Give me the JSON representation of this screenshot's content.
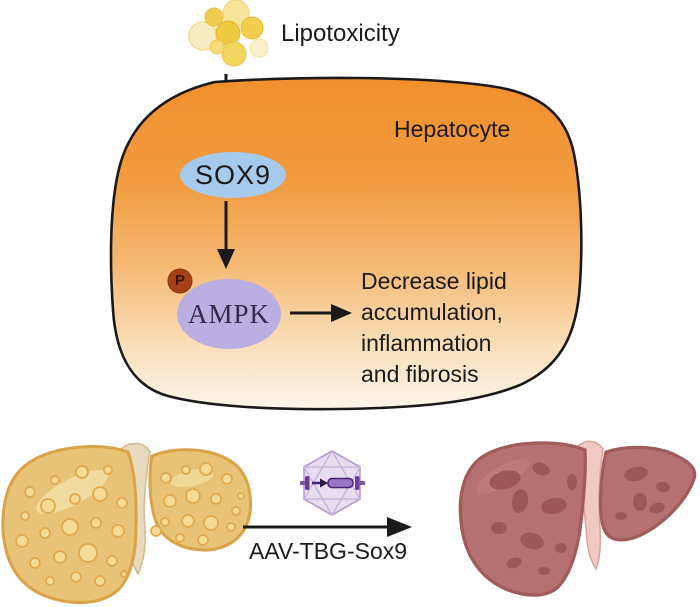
{
  "pathway": {
    "stimulus_label": "Lipotoxicity",
    "cell_label": "Hepatocyte",
    "sox9_label": "SOX9",
    "ampk_label": "AMPK",
    "phospho_label": "P",
    "outcome_text": "Decrease lipid\naccumulation,\ninflammation\nand fibrosis"
  },
  "treatment": {
    "arrow_label": "AAV-TBG-Sox9"
  },
  "icons": {
    "lipid_droplets": "lipid-droplets-icon",
    "aav_capsid": "aav-virus-icon",
    "fatty_liver": "fatty-liver-icon",
    "healthy_liver": "healthy-liver-icon"
  },
  "colors": {
    "cell_top": "#F1902C",
    "cell_bottom": "#FDF5E9",
    "cell_outline": "#1A1A1A",
    "sox9_fill": "#A6CAEB",
    "ampk_fill": "#BAAFE0",
    "phospho_fill": "#A74019",
    "lipid_yellow": "#F0CC4D",
    "fatty_liver_body": "#E7C377",
    "fatty_liver_outline": "#D9A348",
    "fatty_liver_ligament": "#E9D9BE",
    "healthy_liver_body": "#B47170",
    "healthy_liver_outline": "#A05C5A",
    "healthy_liver_patch": "#9D5757",
    "healthy_liver_ligament": "#F0C9C2",
    "aav_fill": "#E7DDF1",
    "aav_edge": "#B49BD1",
    "aav_construct": "#5B2D8E",
    "arrow": "#1A1A1A",
    "text": "#1A1A1A"
  }
}
